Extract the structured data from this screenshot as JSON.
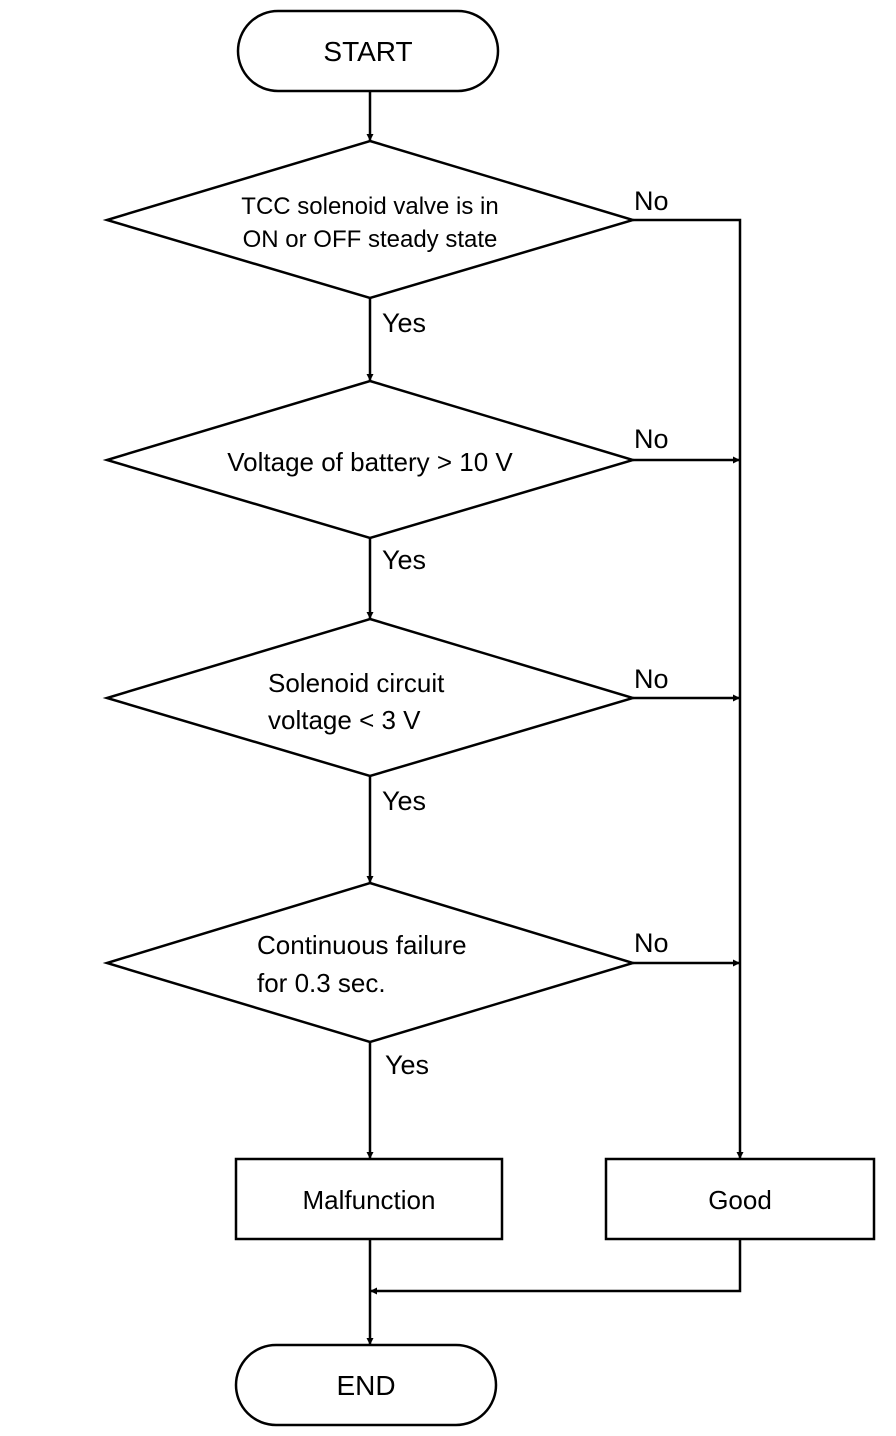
{
  "terminals": {
    "start": "START",
    "end": "END"
  },
  "decisions": [
    {
      "lines": [
        "TCC solenoid valve is in",
        "ON or OFF steady state"
      ],
      "yes": "Yes",
      "no": "No"
    },
    {
      "lines": [
        "Voltage of battery > 10 V"
      ],
      "yes": "Yes",
      "no": "No"
    },
    {
      "lines": [
        "Solenoid circuit",
        "voltage < 3 V"
      ],
      "yes": "Yes",
      "no": "No"
    },
    {
      "lines": [
        "Continuous failure",
        "for 0.3 sec."
      ],
      "yes": "Yes",
      "no": "No"
    }
  ],
  "results": {
    "malfunction": "Malfunction",
    "good": "Good"
  }
}
